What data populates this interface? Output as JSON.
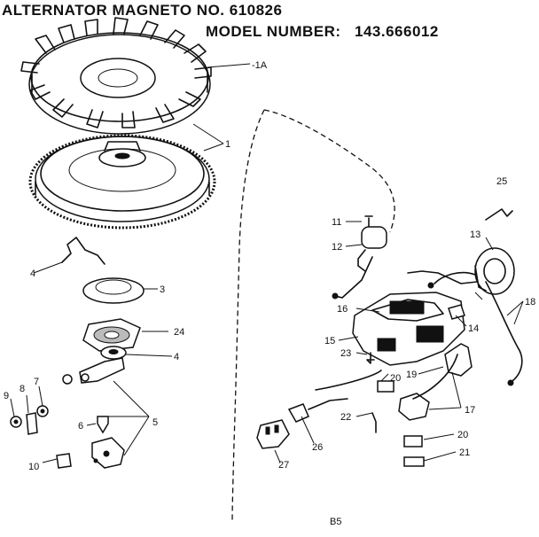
{
  "header": {
    "title": "ALTERNATOR MAGNETO NO.  610826",
    "model_label": "MODEL NUMBER:",
    "model_value": "143.666012"
  },
  "callouts": {
    "p1a": "-1A",
    "p1": "1",
    "p3": "3",
    "p4_left": "4",
    "p4_right": "4",
    "p5": "5",
    "p6": "6",
    "p7": "7",
    "p8": "8",
    "p9": "9",
    "p10": "10",
    "p11": "11",
    "p12": "12",
    "p13": "13",
    "p14": "14",
    "p15": "15",
    "p16": "16",
    "p17": "17",
    "p18": "18",
    "p19": "19",
    "p20a": "20",
    "p20b": "20",
    "p21": "21",
    "p22": "22",
    "p23": "23",
    "p24": "24",
    "p25": "25",
    "p26": "26",
    "p27": "27"
  },
  "footer": {
    "page_code": "B5"
  }
}
